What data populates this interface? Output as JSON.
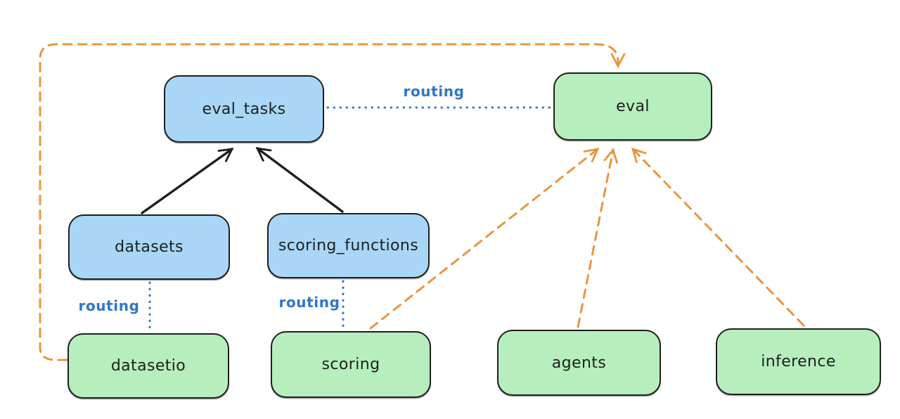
{
  "canvas": {
    "background": "#ffffff",
    "kind": "architecture-diagram"
  },
  "colors": {
    "node_blue_fill": "#a9d6f6",
    "node_green_fill": "#b7eebe",
    "node_border": "#1e1e1e",
    "edge_black": "#1e1e1e",
    "edge_blue": "#2f76c8",
    "edge_orange": "#e8963e"
  },
  "nodes": {
    "eval_tasks": {
      "label": "eval_tasks",
      "color": "blue"
    },
    "eval": {
      "label": "eval",
      "color": "green"
    },
    "datasets": {
      "label": "datasets",
      "color": "blue"
    },
    "scoring_functions": {
      "label": "scoring_functions",
      "color": "blue"
    },
    "datasetio": {
      "label": "datasetio",
      "color": "green"
    },
    "scoring": {
      "label": "scoring",
      "color": "green"
    },
    "agents": {
      "label": "agents",
      "color": "green"
    },
    "inference": {
      "label": "inference",
      "color": "green"
    }
  },
  "edges": [
    {
      "from": "datasets",
      "to": "eval_tasks",
      "style": "solid-arrow",
      "color": "black"
    },
    {
      "from": "scoring_functions",
      "to": "eval_tasks",
      "style": "solid-arrow",
      "color": "black"
    },
    {
      "from": "eval_tasks",
      "to": "eval",
      "style": "dotted",
      "color": "blue",
      "label": "routing"
    },
    {
      "from": "datasets",
      "to": "datasetio",
      "style": "dotted",
      "color": "blue",
      "label": "routing"
    },
    {
      "from": "scoring_functions",
      "to": "scoring",
      "style": "dotted",
      "color": "blue",
      "label": "routing"
    },
    {
      "from": "datasetio",
      "to": "eval",
      "style": "dashed-arrow",
      "color": "orange"
    },
    {
      "from": "scoring",
      "to": "eval",
      "style": "dashed-arrow",
      "color": "orange"
    },
    {
      "from": "agents",
      "to": "eval",
      "style": "dashed-arrow",
      "color": "orange"
    },
    {
      "from": "inference",
      "to": "eval",
      "style": "dashed-arrow",
      "color": "orange"
    }
  ]
}
